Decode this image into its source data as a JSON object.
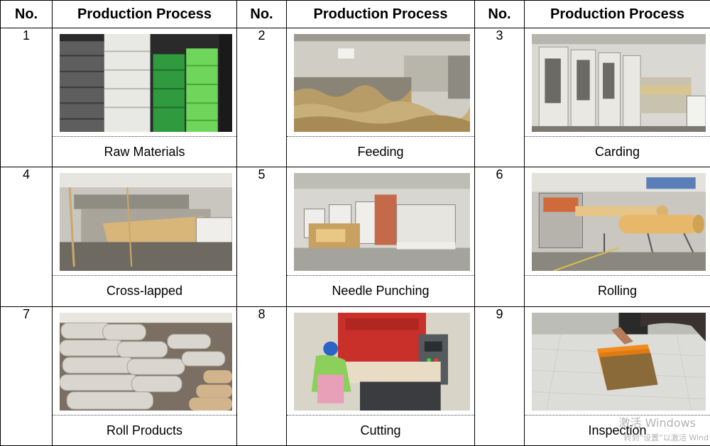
{
  "headers": {
    "no": "No.",
    "process": "Production Process"
  },
  "steps": [
    {
      "no": "1",
      "caption": "Raw Materials",
      "photo": "raw-materials-photo"
    },
    {
      "no": "2",
      "caption": "Feeding",
      "photo": "feeding-photo"
    },
    {
      "no": "3",
      "caption": "Carding",
      "photo": "carding-photo"
    },
    {
      "no": "4",
      "caption": "Cross-lapped",
      "photo": "cross-lapped-photo"
    },
    {
      "no": "5",
      "caption": "Needle Punching",
      "photo": "needle-punching-photo"
    },
    {
      "no": "6",
      "caption": "Rolling",
      "photo": "rolling-photo"
    },
    {
      "no": "7",
      "caption": "Roll Products",
      "photo": "roll-products-photo"
    },
    {
      "no": "8",
      "caption": "Cutting",
      "photo": "cutting-photo"
    },
    {
      "no": "9",
      "caption": "Inspection",
      "photo": "inspection-photo"
    }
  ],
  "watermark": {
    "line1": "激活 Windows",
    "line2": "转到“设置”以激活 Wind"
  }
}
